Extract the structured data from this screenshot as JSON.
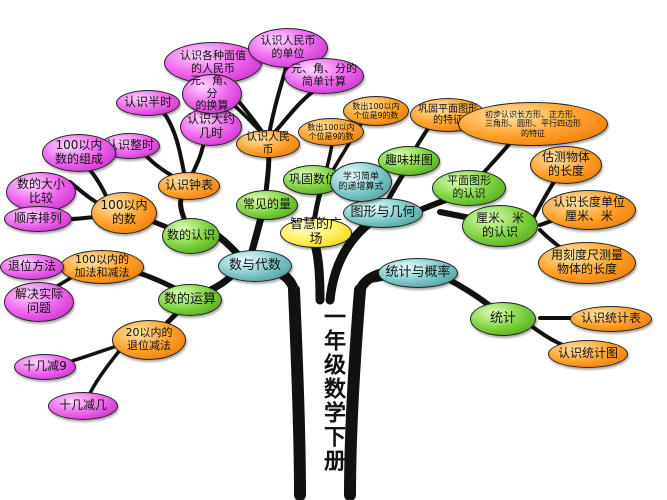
{
  "diagram": {
    "trunk_label": "一年级数学下册",
    "nodes": [
      {
        "id": "shu-yu-dai-shu",
        "label": "数与代数",
        "color": "teal"
      },
      {
        "id": "tu-xing-yu-ji-he",
        "label": "图形与几何",
        "color": "teal"
      },
      {
        "id": "tong-ji-yu-gai-lv",
        "label": "统计与概率",
        "color": "teal"
      },
      {
        "id": "zhi-hui-de-guang-chang",
        "label": "智慧的广场",
        "color": "yellow"
      },
      {
        "id": "shu-de-ren-shi",
        "label": "数的认识",
        "color": "green"
      },
      {
        "id": "shu-de-yun-suan",
        "label": "数的运算",
        "color": "green"
      },
      {
        "id": "chang-jian-de-liang",
        "label": "常见的量",
        "color": "green"
      },
      {
        "id": "gong-gu-shu-wei",
        "label": "巩固数位",
        "color": "green"
      },
      {
        "id": "qu-wei-pin-tu",
        "label": "趣味拼图",
        "color": "green"
      },
      {
        "id": "ping-mian-tu-xing",
        "label": "平面图形\n的认识",
        "color": "green"
      },
      {
        "id": "li-mi-mi",
        "label": "厘米、米\n的认识",
        "color": "green"
      },
      {
        "id": "tong-ji",
        "label": "统计",
        "color": "green"
      },
      {
        "id": "xue-xi-jian-dan",
        "label": "学习简单\n的递增算式",
        "color": "teal"
      },
      {
        "id": "ren-shi-zhong-biao",
        "label": "认识钟表",
        "color": "orange"
      },
      {
        "id": "yi-bai-yi-nei-shu",
        "label": "100以内\n的数",
        "color": "orange"
      },
      {
        "id": "yi-bai-jia-jian",
        "label": "100以内的\n加法和减法",
        "color": "orange"
      },
      {
        "id": "er-shi-tui-wei",
        "label": "20以内的\n退位减法",
        "color": "orange"
      },
      {
        "id": "ren-shi-ren-min-bi",
        "label": "认识人民币",
        "color": "orange"
      },
      {
        "id": "shu-chu-1",
        "label": "数出100以内\n个位是9的数",
        "color": "orange"
      },
      {
        "id": "shu-chu-2",
        "label": "数出100以内\n个位是9的数",
        "color": "orange"
      },
      {
        "id": "gong-gu-tezheng",
        "label": "巩固平面图形\n的特征",
        "color": "orange"
      },
      {
        "id": "chu-bu-ren-shi",
        "label": "初步认识长方形、正方形、\n三角形、圆形、平行四边形\n的特征",
        "color": "orange"
      },
      {
        "id": "gu-ce-wu-ti",
        "label": "估测物体\n的长度",
        "color": "orange"
      },
      {
        "id": "ren-shi-chang-du",
        "label": "认识长度单位\n厘米、米",
        "color": "orange"
      },
      {
        "id": "yong-ke-du-chi",
        "label": "用刻度尺测量\n物体的长度",
        "color": "orange"
      },
      {
        "id": "ren-shi-tong-ji-biao",
        "label": "认识统计表",
        "color": "orange"
      },
      {
        "id": "ren-shi-tong-ji-tu",
        "label": "认识统计图",
        "color": "orange"
      },
      {
        "id": "ren-shi-zheng-shi",
        "label": "认识整时",
        "color": "pink"
      },
      {
        "id": "ren-shi-ban-shi",
        "label": "认识半时",
        "color": "pink"
      },
      {
        "id": "ren-shi-da-yue",
        "label": "认识大约\n几时",
        "color": "pink"
      },
      {
        "id": "mian-zhi",
        "label": "认识各种面值\n的人民币",
        "color": "pink"
      },
      {
        "id": "dan-wei",
        "label": "认识人民币\n的单位",
        "color": "pink"
      },
      {
        "id": "huan-suan",
        "label": "元、角、分\n的换算",
        "color": "pink"
      },
      {
        "id": "jian-dan-ji-suan",
        "label": "元、角、分的\n简单计算",
        "color": "pink"
      },
      {
        "id": "zu-cheng",
        "label": "100以内\n数的组成",
        "color": "pink"
      },
      {
        "id": "da-xiao",
        "label": "数的大小\n比较",
        "color": "pink"
      },
      {
        "id": "shun-xu",
        "label": "顺序排列",
        "color": "pink"
      },
      {
        "id": "tui-wei-fang-fa",
        "label": "退位方法",
        "color": "pink"
      },
      {
        "id": "jie-jue-wen-ti",
        "label": "解决实际\n问题",
        "color": "pink"
      },
      {
        "id": "shi-ji-jian-jiu",
        "label": "十几减9",
        "color": "pink"
      },
      {
        "id": "shi-ji-jian-ji",
        "label": "十几减几",
        "color": "pink"
      }
    ]
  }
}
